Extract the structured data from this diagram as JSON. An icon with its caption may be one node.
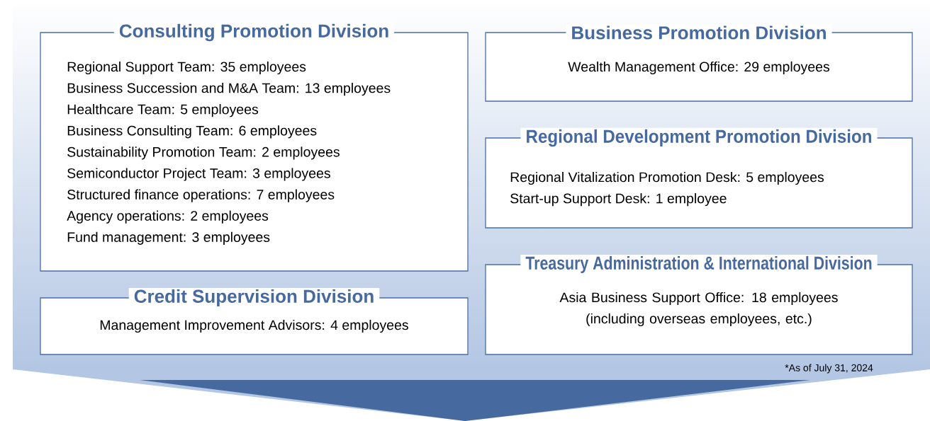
{
  "diagram": {
    "nodes": [
      {
        "text": [
          "Consulting Promotion Division",
          "Regional Support Team: 35 employees",
          "Business Succession and M&A Team: 13 employees",
          "Healthcare Team: 5 employees",
          "Business Consulting Team: 6 employees",
          "Sustainability Promotion Team: 2 employees",
          "Semiconductor Project Team: 3 employees",
          "Structured finance operations: 7 employees",
          "Agency operations: 2 employees",
          "Fund management: 3 employees"
        ]
      },
      {
        "text": [
          "Credit Supervision Division",
          "Management Improvement Advisors: 4 employees"
        ]
      },
      {
        "text": [
          "Business Promotion Division",
          "Wealth Management Office: 29 employees"
        ]
      },
      {
        "text": [
          "Regional Development Promotion Division",
          "Regional Vitalization Promotion Desk: 5 employees",
          "Start-up Support Desk: 1 employee"
        ]
      },
      {
        "text": [
          "Treasury Administration & International Division",
          "Asia Business Support Office: 18 employees (including overseas employees, etc.)"
        ]
      }
    ],
    "labels": [
      "*As of July 31, 2024"
    ]
  }
}
